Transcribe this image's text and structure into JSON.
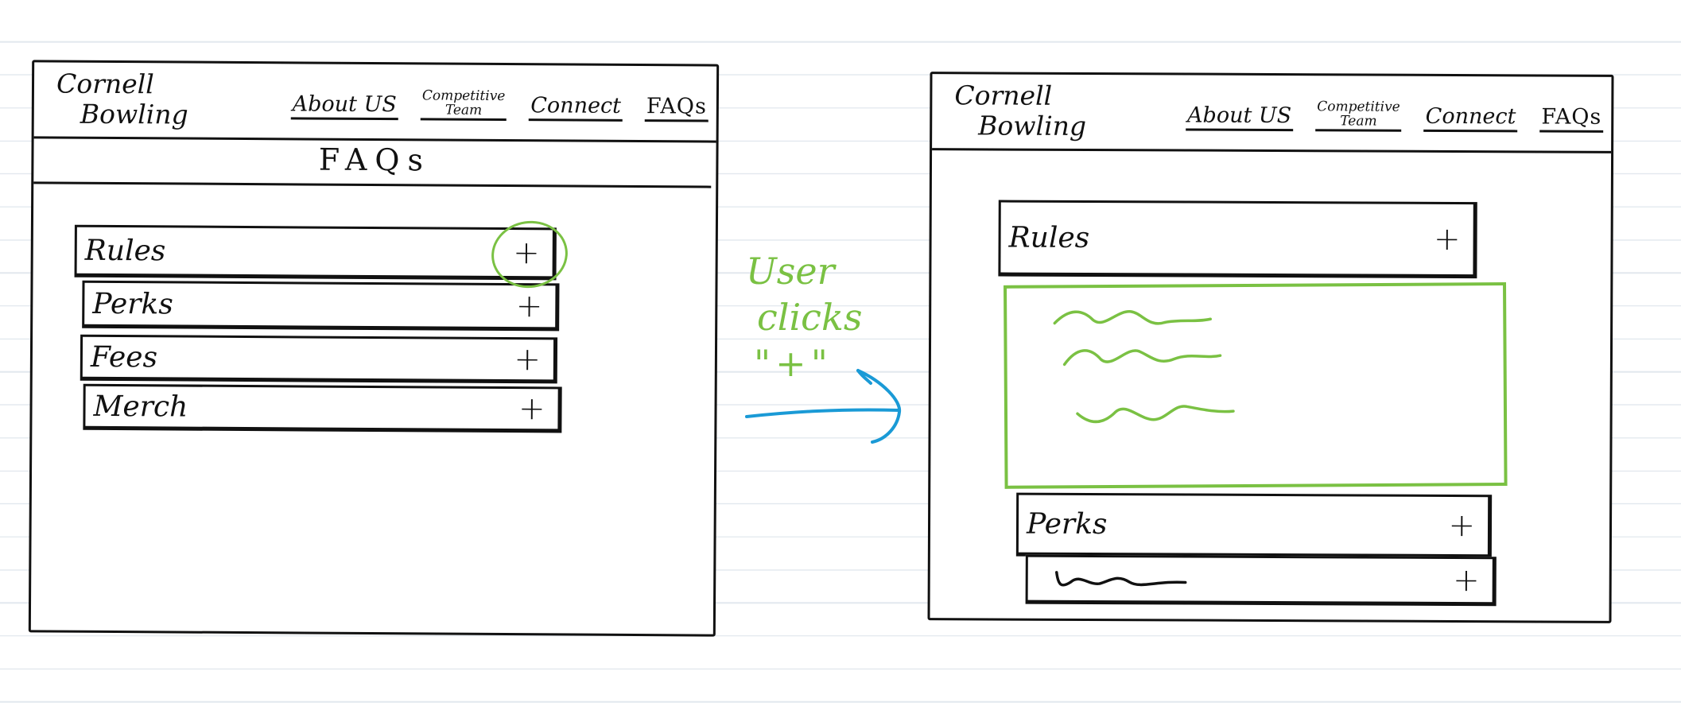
{
  "colors": {
    "ink": "#111111",
    "annotation_green": "#7ac143",
    "arrow_blue": "#1a9ad6",
    "notebook_line": "#e2e8ee"
  },
  "left_screen": {
    "brand": {
      "line1": "Cornell",
      "line2": "Bowling"
    },
    "nav": [
      {
        "label": "About US"
      },
      {
        "label": "Competitive\nTeam"
      },
      {
        "label": "Connect"
      },
      {
        "label": "FAQs"
      }
    ],
    "page_title": "FAQs",
    "faq_items": [
      {
        "label": "Rules",
        "icon": "+"
      },
      {
        "label": "Perks",
        "icon": "+"
      },
      {
        "label": "Fees",
        "icon": "+"
      },
      {
        "label": "Merch",
        "icon": "+"
      }
    ]
  },
  "annotation": {
    "line1": "User",
    "line2": "clicks",
    "line3": "\"+\""
  },
  "right_screen": {
    "brand": {
      "line1": "Cornell",
      "line2": "Bowling"
    },
    "nav": [
      {
        "label": "About US"
      },
      {
        "label": "Competitive\nTeam"
      },
      {
        "label": "Connect"
      },
      {
        "label": "FAQs"
      }
    ],
    "faq_items": [
      {
        "label": "Rules",
        "icon": "+",
        "expanded": true
      },
      {
        "label": "Perks",
        "icon": "+"
      },
      {
        "label": "",
        "icon": "+",
        "placeholder_text": true
      }
    ]
  }
}
